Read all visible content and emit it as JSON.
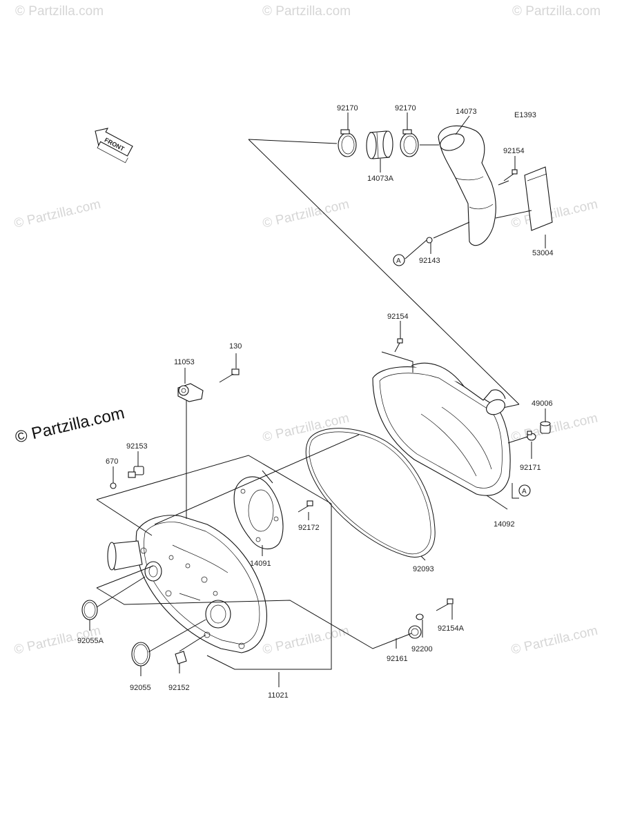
{
  "diagram": {
    "code": "E1393",
    "front_label": "FRONT",
    "watermark": "© Partzilla.com",
    "callout_a": "A"
  },
  "parts": [
    {
      "id": "p-92170a",
      "number": "92170"
    },
    {
      "id": "p-92170b",
      "number": "92170"
    },
    {
      "id": "p-14073",
      "number": "14073"
    },
    {
      "id": "p-14073a",
      "number": "14073A"
    },
    {
      "id": "p-92154-top",
      "number": "92154"
    },
    {
      "id": "p-53004",
      "number": "53004"
    },
    {
      "id": "p-92143",
      "number": "92143"
    },
    {
      "id": "p-92154-mid",
      "number": "92154"
    },
    {
      "id": "p-130",
      "number": "130"
    },
    {
      "id": "p-11053",
      "number": "11053"
    },
    {
      "id": "p-49006",
      "number": "49006"
    },
    {
      "id": "p-92153",
      "number": "92153"
    },
    {
      "id": "p-670",
      "number": "670"
    },
    {
      "id": "p-92171",
      "number": "92171"
    },
    {
      "id": "p-92172",
      "number": "92172"
    },
    {
      "id": "p-14092",
      "number": "14092"
    },
    {
      "id": "p-14091",
      "number": "14091"
    },
    {
      "id": "p-92093",
      "number": "92093"
    },
    {
      "id": "p-92055a",
      "number": "92055A"
    },
    {
      "id": "p-92154a",
      "number": "92154A"
    },
    {
      "id": "p-92200",
      "number": "92200"
    },
    {
      "id": "p-92161",
      "number": "92161"
    },
    {
      "id": "p-92055",
      "number": "92055"
    },
    {
      "id": "p-92152",
      "number": "92152"
    },
    {
      "id": "p-11021",
      "number": "11021"
    }
  ]
}
